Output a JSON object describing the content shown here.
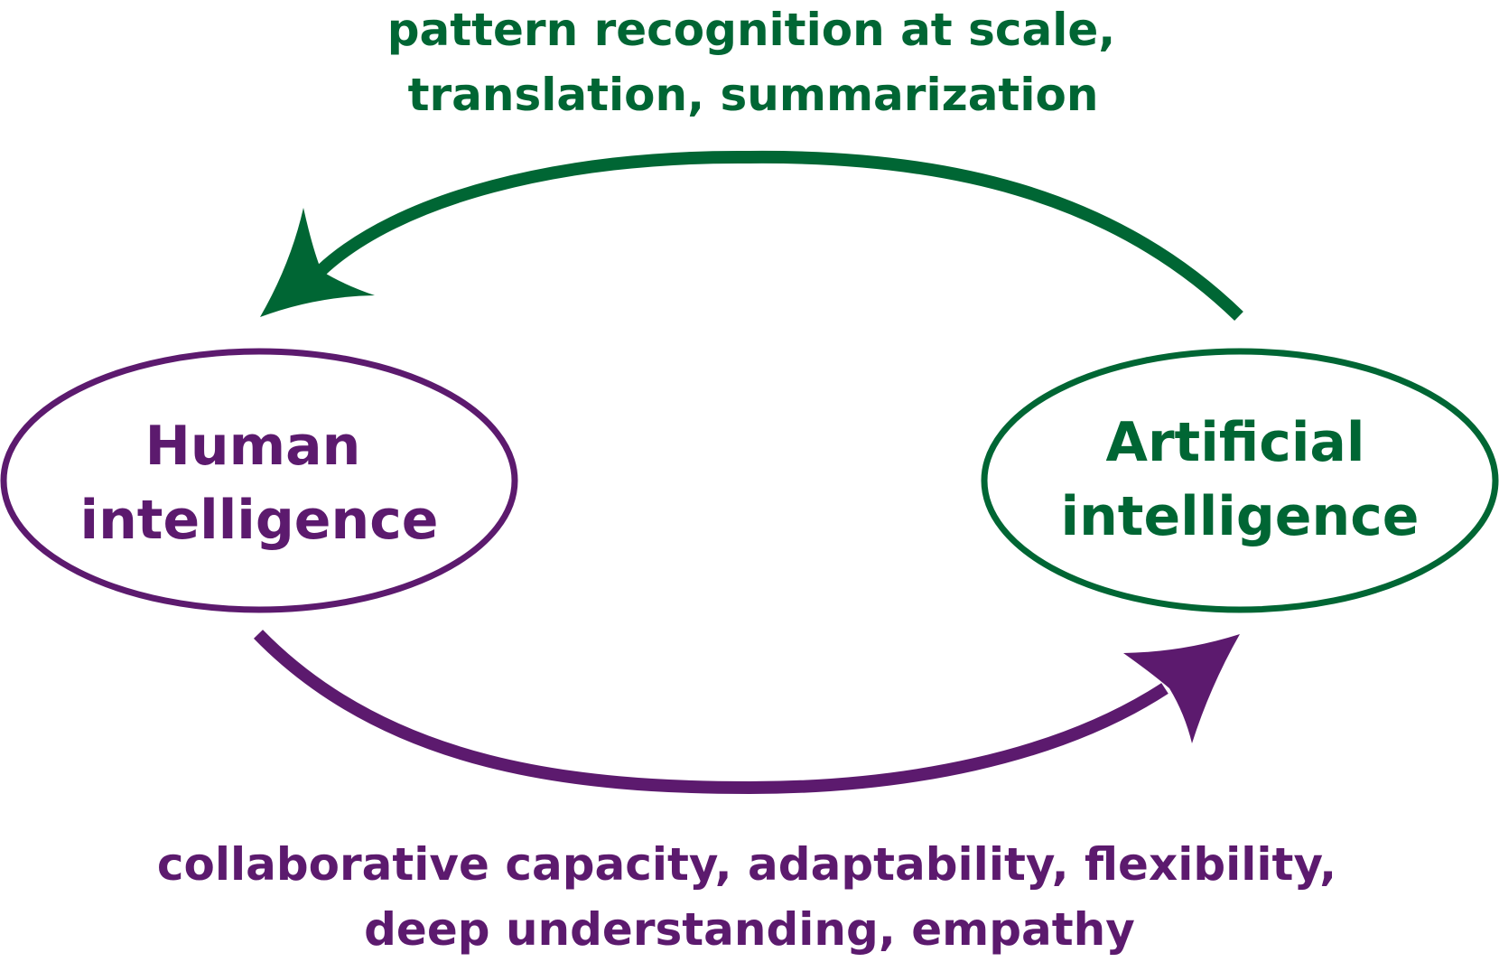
{
  "colors": {
    "human": "#5c1a6e",
    "ai": "#006634"
  },
  "nodes": {
    "human": {
      "line1": "Human",
      "line2": "intelligence"
    },
    "ai": {
      "line1": "Artificial",
      "line2": "intelligence"
    }
  },
  "captions": {
    "top": {
      "line1": "pattern recognition at scale,",
      "line2": "translation,  summarization"
    },
    "bottom": {
      "line1": "collaborative capacity,  adaptability, flexibility,",
      "line2": "deep understanding,  empathy"
    }
  }
}
